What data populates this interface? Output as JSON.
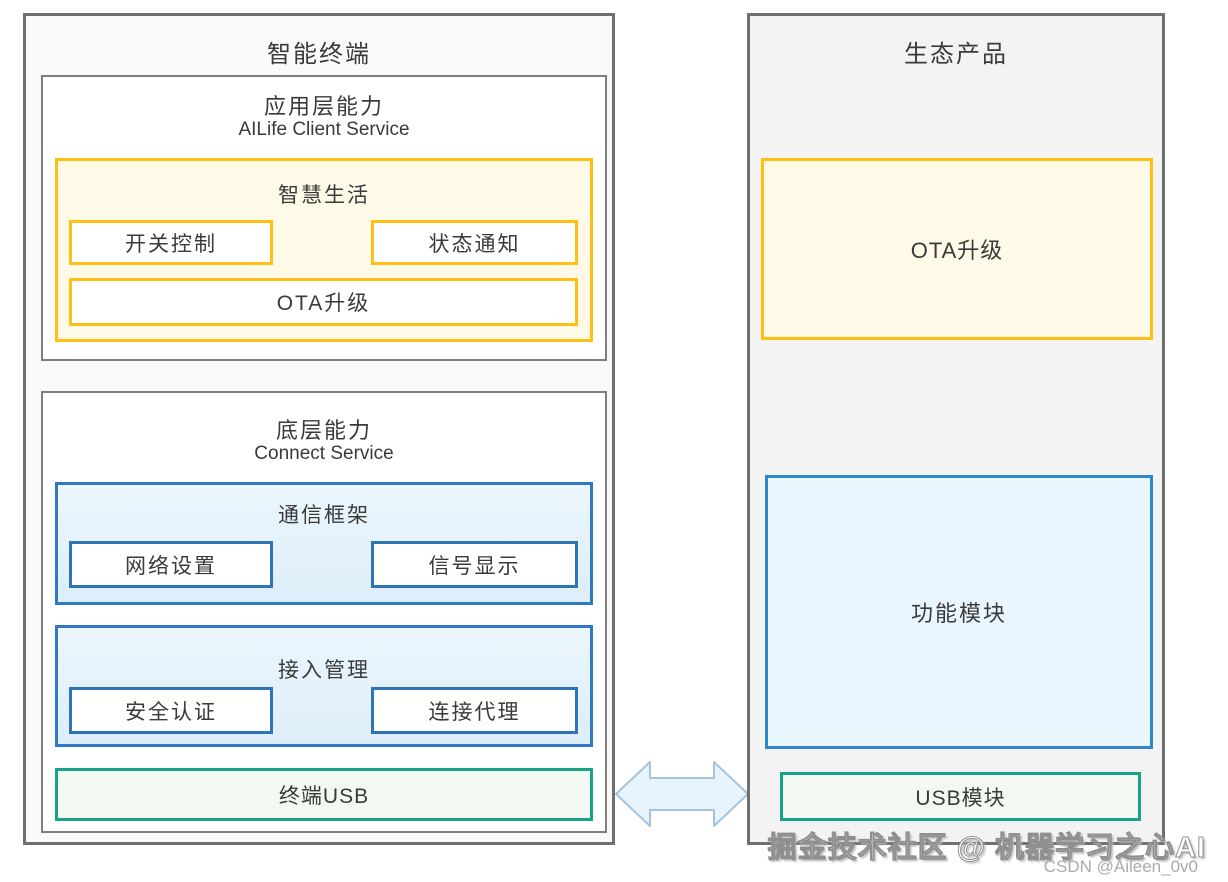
{
  "left_panel": {
    "title": "智能终端",
    "app_layer": {
      "title": "应用层能力",
      "subtitle": "AILife Client Service",
      "group": {
        "title": "智慧生活",
        "items": [
          "开关控制",
          "状态通知"
        ],
        "full_item": "OTA升级"
      }
    },
    "base_layer": {
      "title": "底层能力",
      "subtitle": "Connect Service",
      "groups": [
        {
          "title": "通信框架",
          "items": [
            "网络设置",
            "信号显示"
          ]
        },
        {
          "title": "接入管理",
          "items": [
            "安全认证",
            "连接代理"
          ]
        }
      ],
      "usb": "终端USB"
    }
  },
  "right_panel": {
    "title": "生态产品",
    "ota": "OTA升级",
    "module": "功能模块",
    "usb": "USB模块"
  },
  "connector": {
    "icon": "bidirectional-arrow",
    "fill": "#e7f4fd",
    "stroke": "#a5c4db"
  },
  "colors": {
    "yellow_border": "#ffc013",
    "yellow_fill": "#fff9e7",
    "blue_border": "#2e75b6",
    "blue_fill": "#eaf6fd",
    "green_border": "#17a385",
    "green_fill": "#f3f9f2",
    "panel_border": "#6f6f6f",
    "right_panel_bg": "#f3f3f3"
  },
  "watermarks": {
    "community": "掘金技术社区 @ 机器学习之心AI",
    "csdn": "CSDN @Aileen_0v0"
  }
}
